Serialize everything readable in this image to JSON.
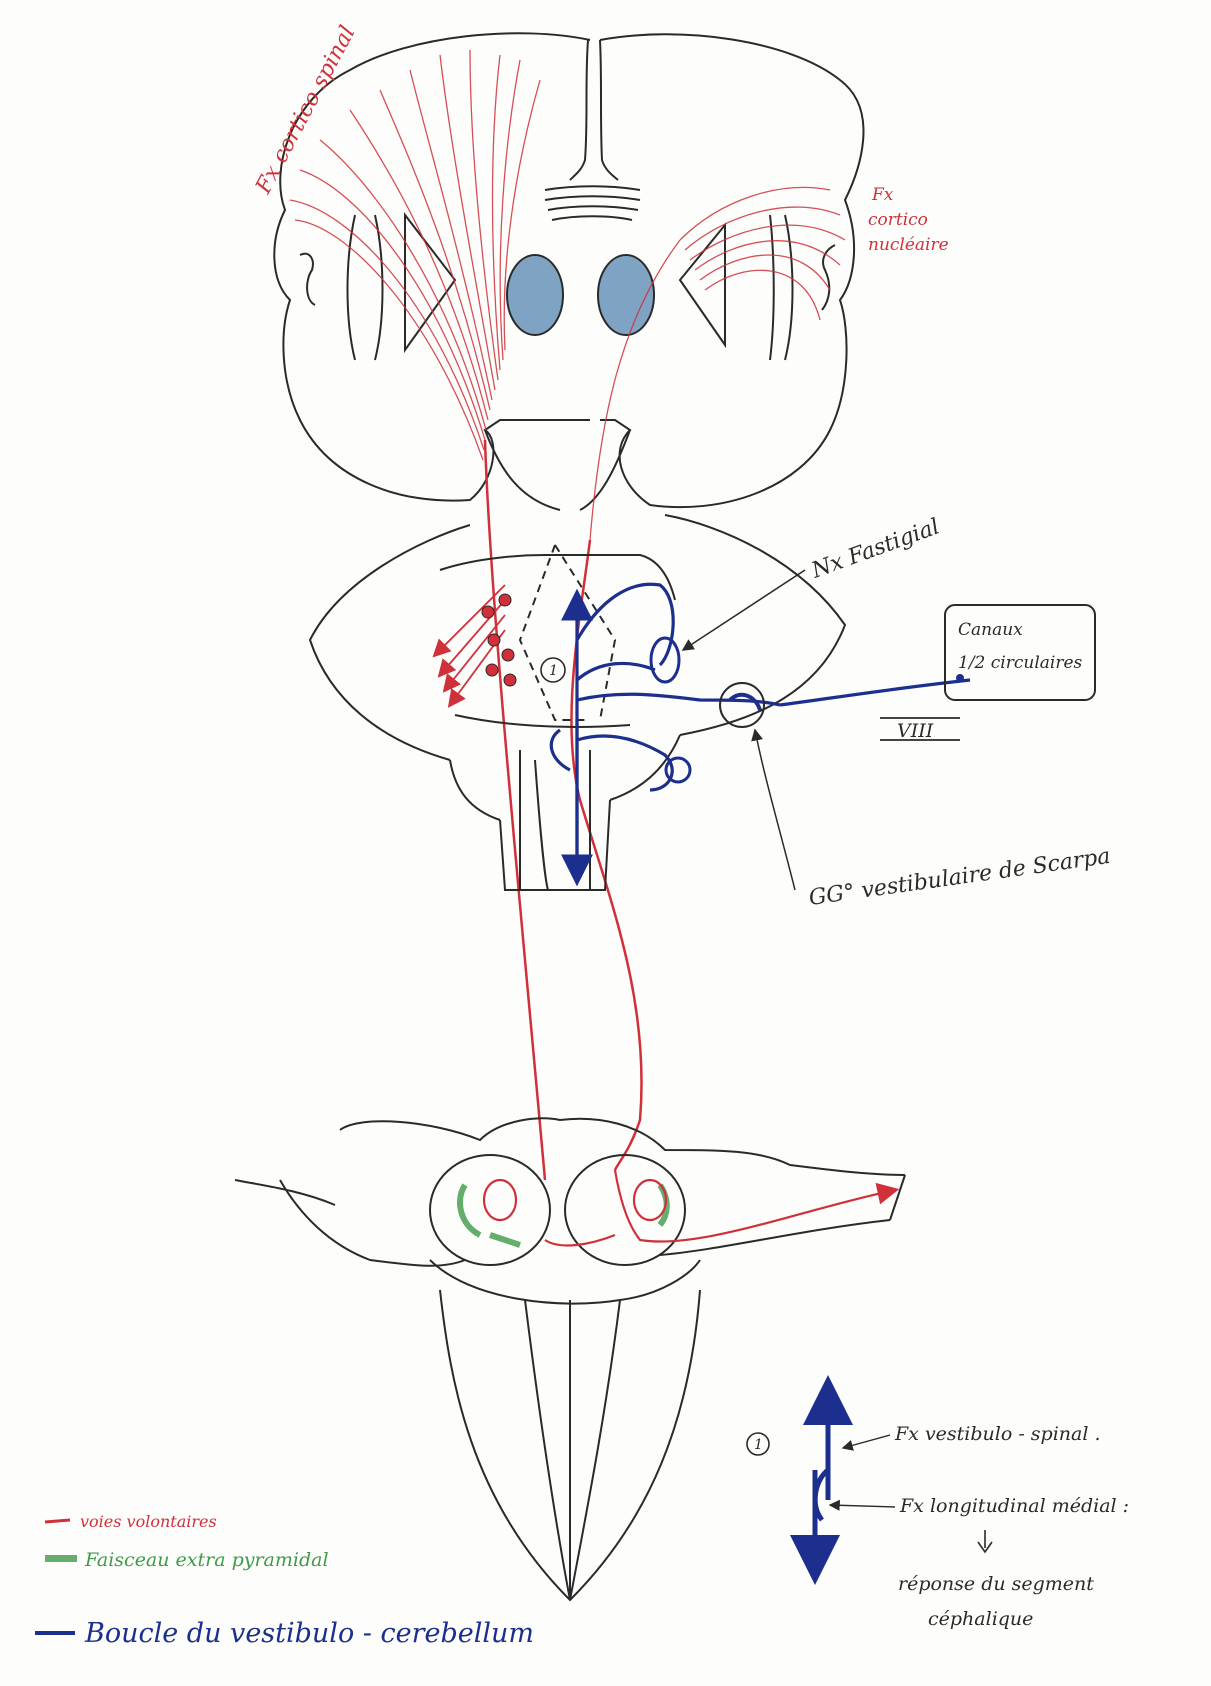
{
  "labels": {
    "corticospinal": "Fx cortico spinal",
    "corticonuclear_1": "Fx",
    "corticonuclear_2": "cortico",
    "corticonuclear_3": "nucléaire",
    "fastigial": "Nx Fastigial",
    "canals_1": "Canaux",
    "canals_2": "1/2 circulaires",
    "nerve_viii": "VIII",
    "scarpa": "GG° vestibulaire de Scarpa",
    "marker_one": "1",
    "vestibulospinal": "Fx vestibulo - spinal .",
    "longitudinal": "Fx longitudinal médial :",
    "response_1": "réponse du segment",
    "response_2": "céphalique"
  },
  "legend": {
    "items": [
      {
        "label": "voies volontaires",
        "color": "#d0303a"
      },
      {
        "label": "Faisceau extra pyramidal",
        "color": "#3f9a4a"
      },
      {
        "label": "Boucle du vestibulo - cerebellum",
        "color": "#1c2f8f"
      }
    ]
  },
  "colors": {
    "voluntary": "#d0303a",
    "extrapyramidal": "#3f9a4a",
    "vestibular": "#1c2f8f",
    "ventricles": "#7fa3c2",
    "outline": "#2a2a2a"
  }
}
